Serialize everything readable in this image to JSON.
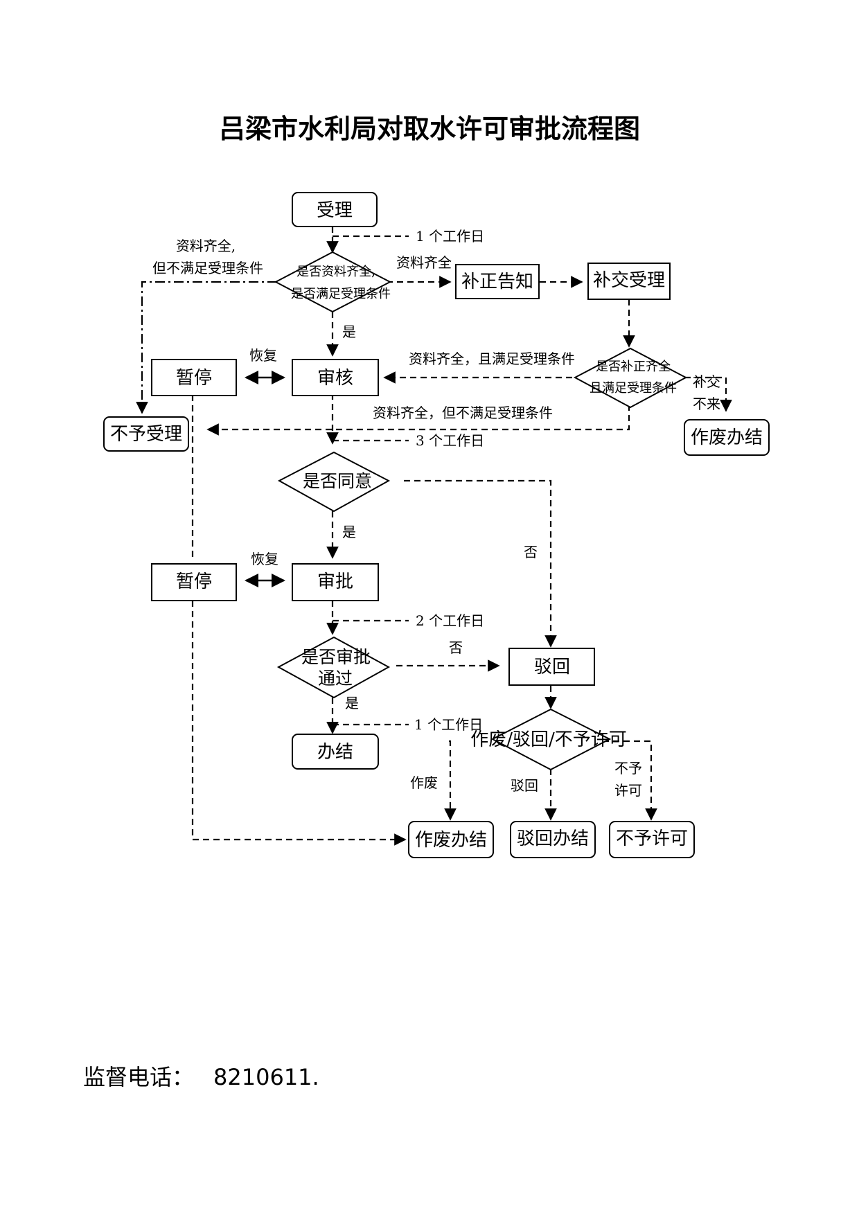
{
  "title": "吕梁市水利局对取水许可审批流程图",
  "footer": {
    "label": "监督电话：",
    "number": "8210611."
  },
  "nodes": {
    "accept": "受理",
    "check1_l1": "是否资料齐全,",
    "check1_l2": "是否满足受理条件",
    "notice": "补正告知",
    "resubmit": "补交受理",
    "suspend1": "暂停",
    "review": "审核",
    "check2_l1": "是否补正齐全",
    "check2_l2": "且满足受理条件",
    "reject_accept": "不予受理",
    "void1": "作废办结",
    "agree": "是否同意",
    "suspend2": "暂停",
    "approve": "审批",
    "approved_l1": "是否审批",
    "approved_l2": "通过",
    "returned": "驳回",
    "done": "办结",
    "split": "作废/驳回/不予许可",
    "void2": "作废办结",
    "return_done": "驳回办结",
    "deny": "不予许可"
  },
  "labels": {
    "day1a": "1 个工作日",
    "incomplete_l1": "资料齐全,",
    "incomplete_l2": "但不满足受理条件",
    "complete": "资料齐全",
    "yes1": "是",
    "resume1": "恢复",
    "complete_ok": "资料齐全，且满足受理条件",
    "not_sub_l1": "补交",
    "not_sub_l2": "不来",
    "complete_not_ok": "资料齐全，但不满足受理条件",
    "day3": "3 个工作日",
    "yes2": "是",
    "no1": "否",
    "resume2": "恢复",
    "day2": "2 个工作日",
    "no2": "否",
    "yes3": "是",
    "day1b": "1 个工作日",
    "void_lbl": "作废",
    "return_lbl": "驳回",
    "deny_l1": "不予",
    "deny_l2": "许可"
  }
}
